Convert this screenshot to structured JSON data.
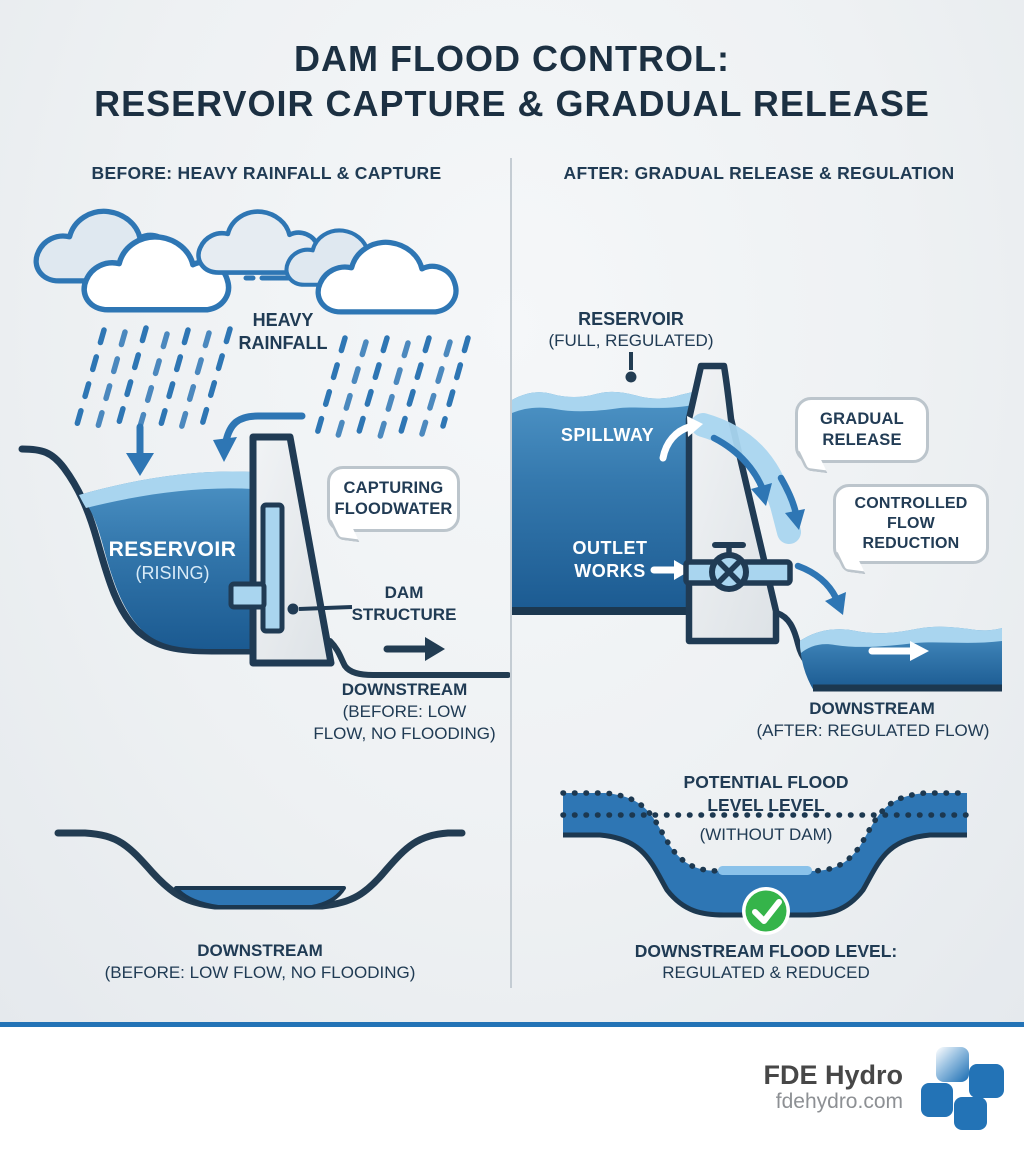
{
  "title": "DAM FLOOD CONTROL:\nRESERVOIR CAPTURE & GRADUAL RELEASE",
  "left": {
    "header": "BEFORE: HEAVY RAINFALL & CAPTURE",
    "heavy_rainfall": "HEAVY\nRAINFALL",
    "reservoir": "RESERVOIR",
    "reservoir_state": "(RISING)",
    "bubble_capturing": "CAPTURING\nFLOODWATER",
    "dam_structure": "DAM\nSTRUCTURE",
    "downstream_title": "DOWNSTREAM",
    "downstream_sub": "(BEFORE: LOW\nFLOW, NO FLOODING)",
    "channel_title": "DOWNSTREAM",
    "channel_sub": "(BEFORE: LOW FLOW, NO FLOODING)"
  },
  "right": {
    "header": "AFTER: GRADUAL RELEASE & REGULATION",
    "reservoir": "RESERVOIR",
    "reservoir_state": "(FULL, REGULATED)",
    "spillway": "SPILLWAY",
    "bubble_gradual": "GRADUAL\nRELEASE",
    "outlet_works": "OUTLET\nWORKS",
    "bubble_controlled": "CONTROLLED\nFLOW\nREDUCTION",
    "downstream_title": "DOWNSTREAM",
    "downstream_sub": "(AFTER: REGULATED FLOW)",
    "flood_title": "POTENTIAL FLOOD\nLEVEL LEVEL",
    "flood_sub": "(WITHOUT DAM)",
    "flood_caption_title": "DOWNSTREAM FLOOD LEVEL:",
    "flood_caption_sub": "REGULATED & REDUCED"
  },
  "footer": {
    "brand": "FDE Hydro",
    "website": "fdehydro.com"
  },
  "colors": {
    "navy_outline": "#203b54",
    "blue_accent": "#2e76b4",
    "water_light": "#a9d5ef",
    "water_dark": "#1b5a91",
    "dam_gray": "#e8ebee",
    "green_check": "#35b44a",
    "footer_blue": "#2373b6",
    "background": "#eef1f3"
  }
}
